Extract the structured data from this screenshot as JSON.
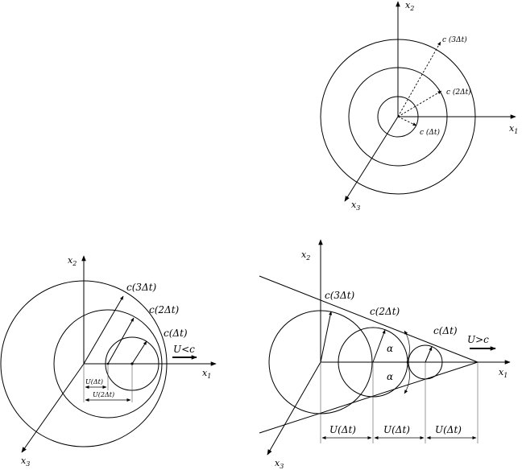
{
  "panel_stationary": {
    "axes": {
      "x1": {
        "base": "x",
        "sub": "1"
      },
      "x2": {
        "base": "x",
        "sub": "2"
      },
      "x3": {
        "base": "x",
        "sub": "3"
      }
    },
    "labels": {
      "r1": "c (Δt)",
      "r2": "c (2Δt)",
      "r3": "c (3Δt)"
    }
  },
  "panel_subsonic": {
    "axes": {
      "x1": {
        "base": "x",
        "sub": "1"
      },
      "x2": {
        "base": "x",
        "sub": "2"
      },
      "x3": {
        "base": "x",
        "sub": "3"
      }
    },
    "labels": {
      "r1": "c(Δt)",
      "r2": "c(2Δt)",
      "r3": "c(3Δt)",
      "velocity": "U<c",
      "dim1": "U(Δt)",
      "dim2": "U(2Δt)"
    }
  },
  "panel_supersonic": {
    "axes": {
      "x1": {
        "base": "x",
        "sub": "1"
      },
      "x2": {
        "base": "x",
        "sub": "2"
      },
      "x3": {
        "base": "x",
        "sub": "3"
      }
    },
    "labels": {
      "r1": "c(Δt)",
      "r2": "c(2Δt)",
      "r3": "c(3Δt)",
      "velocity": "U>c",
      "angle_upper": "α",
      "angle_lower": "α",
      "dim1": "U(Δt)",
      "dim2": "U(Δt)",
      "dim3": "U(Δt)"
    }
  }
}
